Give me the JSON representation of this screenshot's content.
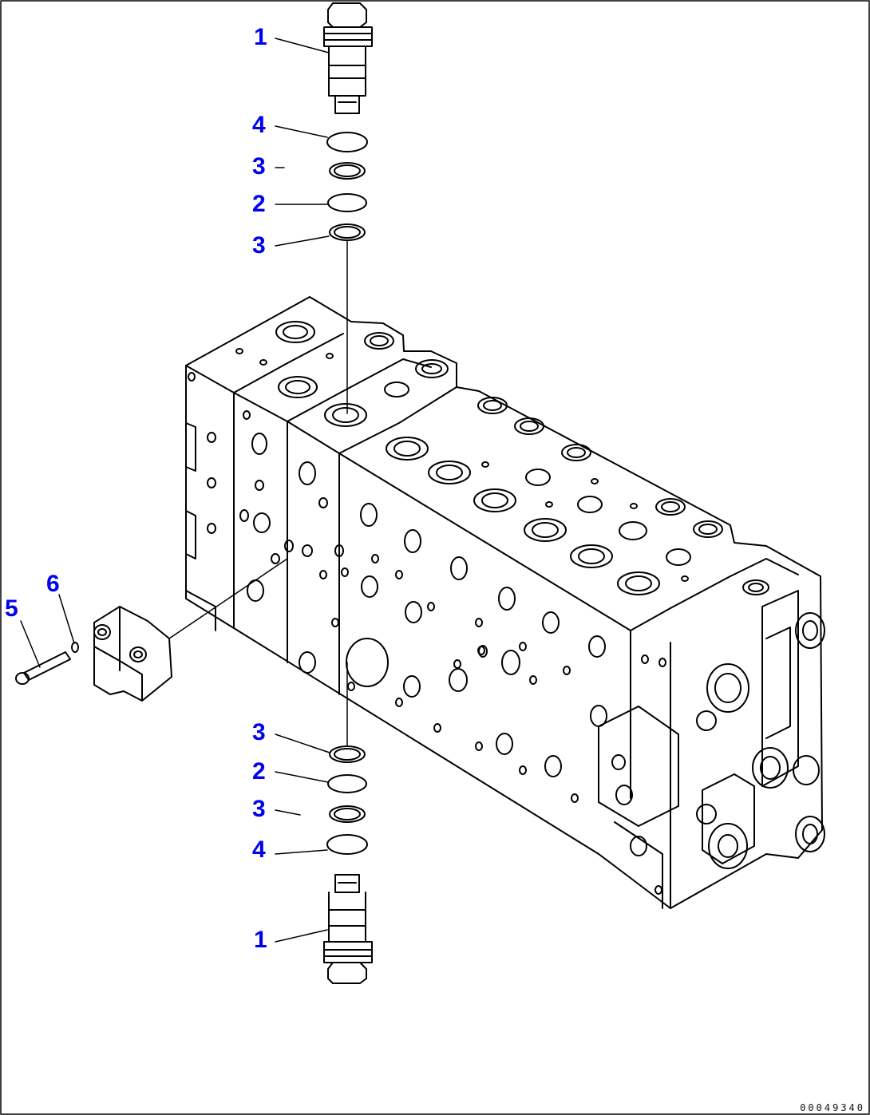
{
  "colors": {
    "callout": "#0000ee",
    "line": "#000000",
    "paper": "#ffffff"
  },
  "callouts": {
    "c1_top": "1",
    "c4_top": "4",
    "c3_top_a": "3",
    "c2_top": "2",
    "c3_top_b": "3",
    "c6": "6",
    "c5": "5",
    "c3_bot_a": "3",
    "c2_bot": "2",
    "c3_bot_b": "3",
    "c4_bot": "4",
    "c1_bot": "1"
  },
  "drawing_id": "00049340"
}
